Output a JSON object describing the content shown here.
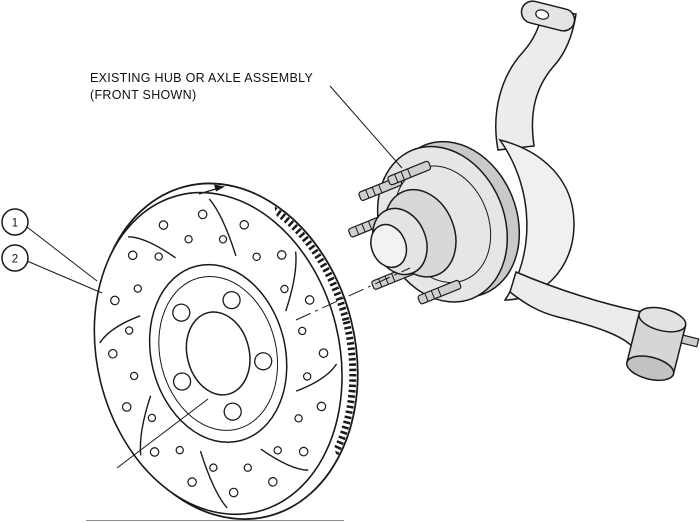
{
  "diagram": {
    "title_label": {
      "line1": "EXISTING HUB OR AXLE ASSEMBLY",
      "line2": "(FRONT SHOWN)"
    },
    "callouts": [
      {
        "number": "1"
      },
      {
        "number": "2"
      }
    ]
  },
  "colors": {
    "line": "#1a1a1a",
    "fill_light": "#ececec",
    "fill_mid": "#d8d8d8",
    "fill_dark": "#c4c4c4",
    "background": "#ffffff"
  }
}
